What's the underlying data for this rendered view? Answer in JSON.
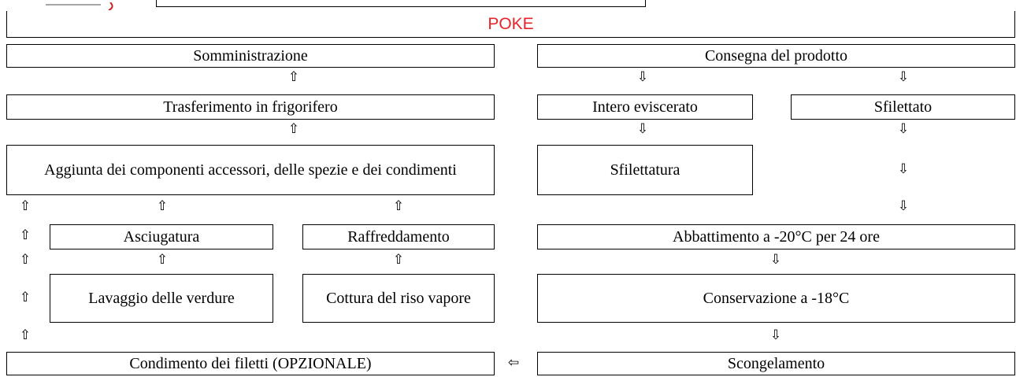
{
  "title": "POKE",
  "colors": {
    "title": "#e8242a",
    "border": "#000000",
    "logo_accent": "#cc2222"
  },
  "left": {
    "somministrazione": "Somministrazione",
    "trasferimento": "Trasferimento in frigorifero",
    "aggiunta": "Aggiunta dei componenti accessori, delle spezie e dei condimenti",
    "asciugatura": "Asciugatura",
    "raffreddamento": "Raffreddamento",
    "lavaggio": "Lavaggio delle verdure",
    "cottura": "Cottura del riso vapore",
    "condimento": "Condimento dei filetti (OPZIONALE)"
  },
  "right": {
    "consegna": "Consegna del prodotto",
    "intero": "Intero eviscerato",
    "sfilettato": "Sfilettato",
    "sfilettatura": "Sfilettatura",
    "abbattimento": "Abbattimento a -20°C per 24 ore",
    "conservazione": "Conservazione a -18°C",
    "scongelamento": "Scongelamento"
  },
  "arrows": {
    "up": "⇧",
    "down": "⇩",
    "left": "⇦"
  }
}
